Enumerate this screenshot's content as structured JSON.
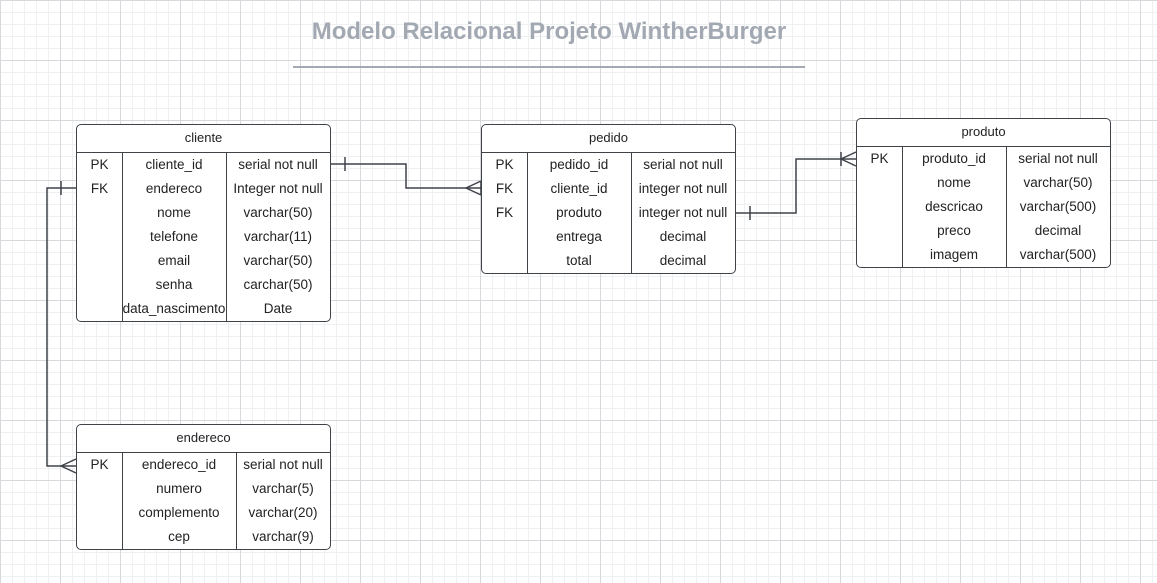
{
  "diagram": {
    "title": "Modelo Relacional Projeto WintherBurger",
    "entities": {
      "cliente": {
        "name": "cliente",
        "rows": [
          {
            "key": "PK",
            "field": "cliente_id",
            "type": "serial not null"
          },
          {
            "key": "FK",
            "field": "endereco",
            "type": "Integer not null"
          },
          {
            "key": "",
            "field": "nome",
            "type": "varchar(50)"
          },
          {
            "key": "",
            "field": "telefone",
            "type": "varchar(11)"
          },
          {
            "key": "",
            "field": "email",
            "type": "varchar(50)"
          },
          {
            "key": "",
            "field": "senha",
            "type": "carchar(50)"
          },
          {
            "key": "",
            "field": "data_nascimento",
            "type": "Date"
          }
        ]
      },
      "pedido": {
        "name": "pedido",
        "rows": [
          {
            "key": "PK",
            "field": "pedido_id",
            "type": "serial not null"
          },
          {
            "key": "FK",
            "field": "cliente_id",
            "type": "integer not null"
          },
          {
            "key": "FK",
            "field": "produto",
            "type": "integer not null"
          },
          {
            "key": "",
            "field": "entrega",
            "type": "decimal"
          },
          {
            "key": "",
            "field": "total",
            "type": "decimal"
          }
        ]
      },
      "produto": {
        "name": "produto",
        "rows": [
          {
            "key": "PK",
            "field": "produto_id",
            "type": "serial not null"
          },
          {
            "key": "",
            "field": "nome",
            "type": "varchar(50)"
          },
          {
            "key": "",
            "field": "descricao",
            "type": "varchar(500)"
          },
          {
            "key": "",
            "field": "preco",
            "type": "decimal"
          },
          {
            "key": "",
            "field": "imagem",
            "type": "varchar(500)"
          }
        ]
      },
      "endereco": {
        "name": "endereco",
        "rows": [
          {
            "key": "PK",
            "field": "endereco_id",
            "type": "serial not null"
          },
          {
            "key": "",
            "field": "numero",
            "type": "varchar(5)"
          },
          {
            "key": "",
            "field": "complemento",
            "type": "varchar(20)"
          },
          {
            "key": "",
            "field": "cep",
            "type": "varchar(9)"
          }
        ]
      }
    }
  }
}
